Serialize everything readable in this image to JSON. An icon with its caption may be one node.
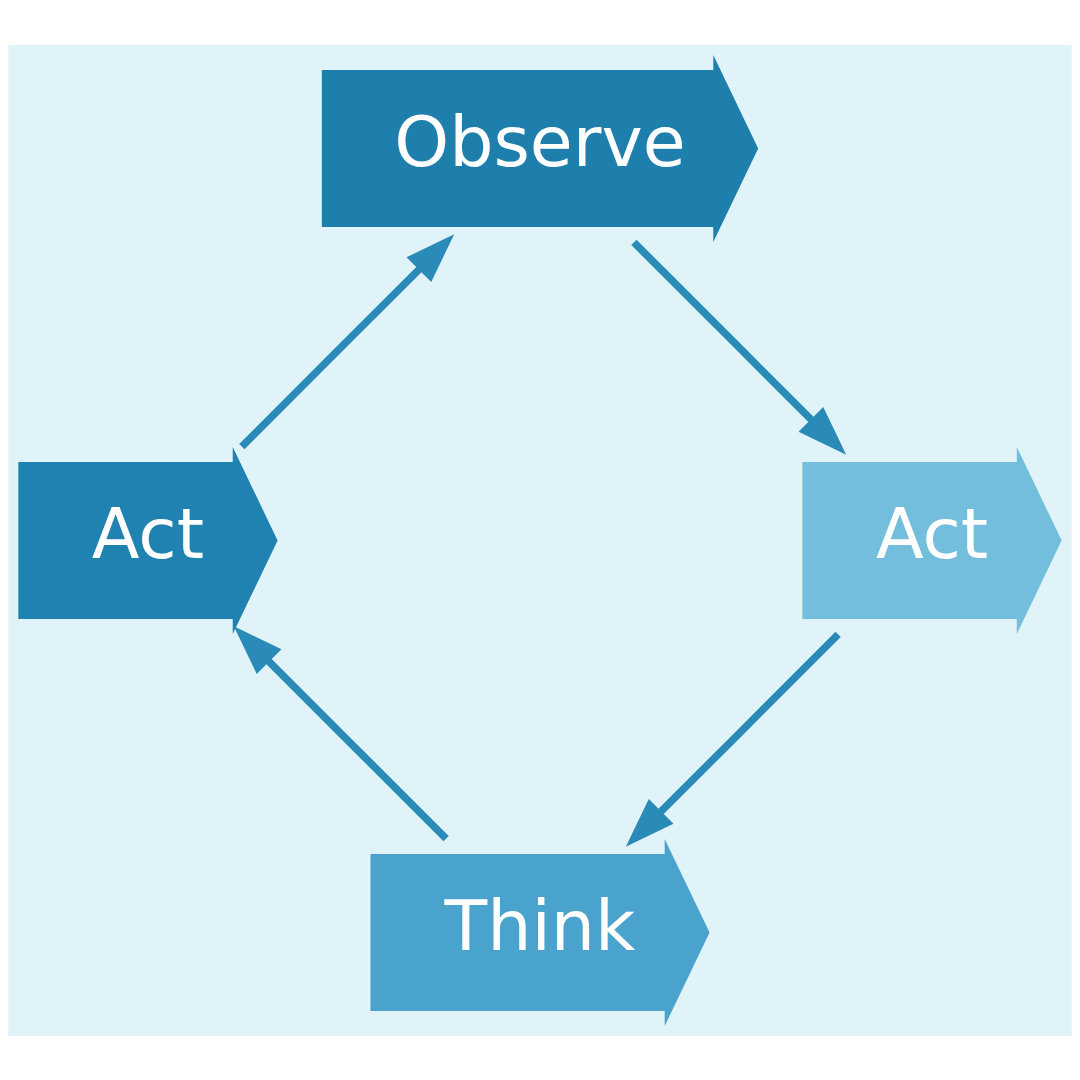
{
  "diagram": {
    "nodes": [
      {
        "text": [
          "Think"
        ]
      },
      {
        "text": [
          "Act"
        ]
      },
      {
        "text": [
          "Observe"
        ]
      },
      {
        "text": [
          "Act"
        ]
      }
    ],
    "edges": [
      {
        "from": 0,
        "to": 1,
        "arrow": "to"
      },
      {
        "from": 1,
        "to": 2,
        "arrow": "to"
      },
      {
        "from": 2,
        "to": 3,
        "arrow": "to"
      },
      {
        "from": 3,
        "to": 0,
        "arrow": "to"
      }
    ]
  }
}
